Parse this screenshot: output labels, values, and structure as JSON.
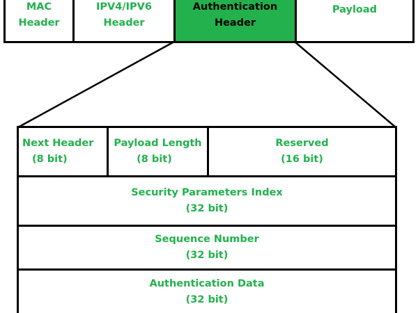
{
  "colors": {
    "accent": "#22b14c",
    "line": "#000000",
    "background": "#ffffff"
  },
  "packet": {
    "mac": {
      "line1": "MAC",
      "line2": "Header"
    },
    "ip": {
      "line1": "IPV4/IPV6",
      "line2": "Header"
    },
    "auth": {
      "line1": "Authentication",
      "line2": "Header"
    },
    "payload": {
      "label": "Payload"
    }
  },
  "ah_fields": {
    "next_header": {
      "label": "Next Header",
      "size": "(8 bit)"
    },
    "payload_length": {
      "label": "Payload Length",
      "size": "(8 bit)"
    },
    "reserved": {
      "label": "Reserved",
      "size": "(16 bit)"
    },
    "spi": {
      "label": "Security Parameters Index",
      "size": "(32 bit)"
    },
    "sequence": {
      "label": "Sequence Number",
      "size": "(32 bit)"
    },
    "auth_data": {
      "label": "Authentication Data",
      "size": "(32 bit)"
    }
  }
}
